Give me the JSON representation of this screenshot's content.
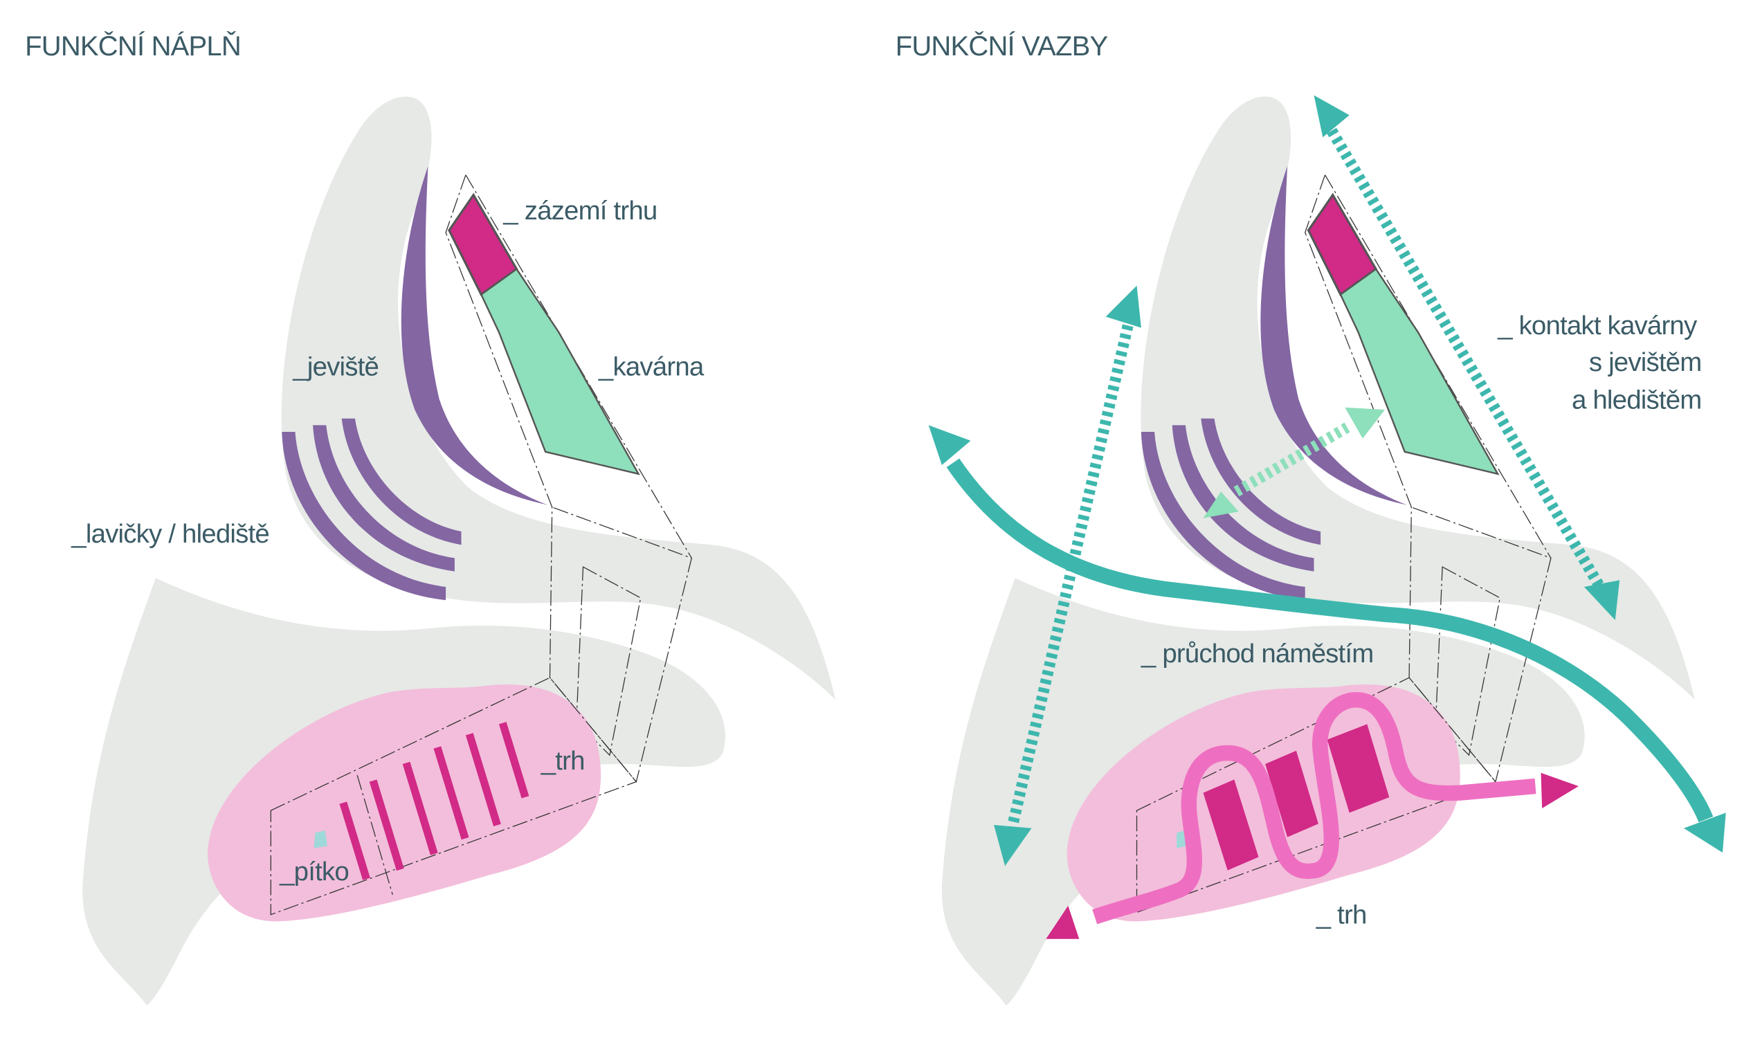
{
  "panels": [
    {
      "title": "FUNKČNÍ NÁPLŇ",
      "labels": {
        "market_backstage": "_ zázemí trhu",
        "stage": "_jeviště",
        "cafe": "_kavárna",
        "benches": "_lavičky / hlediště",
        "market": "_trh",
        "fountain": "_pítko"
      }
    },
    {
      "title": "FUNKČNÍ VAZBY",
      "labels": {
        "cafe_contact": [
          "_ kontakt kavárny",
          "s jevištěm",
          "a hledištěm"
        ],
        "passage": "_ průchod náměstím",
        "market": "_ trh"
      }
    }
  ],
  "colors": {
    "text": "#3b5b66",
    "ground": "#e6e9e6",
    "stage": "#8466a3",
    "market_backstage": "#d12a87",
    "cafe": "#8edfbb",
    "market_zone": "#f3bedb",
    "market_path": "#ee6fc1",
    "fountain": "#9fd8d8",
    "relation_arrow": "#3db7ad"
  }
}
